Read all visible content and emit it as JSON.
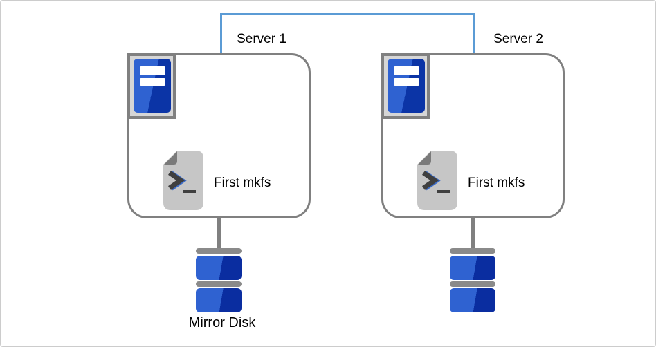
{
  "servers": [
    {
      "label": "Server 1",
      "script_label": "First mkfs"
    },
    {
      "label": "Server 2",
      "script_label": "First mkfs"
    }
  ],
  "disks": [
    {
      "label": "Mirror Disk"
    },
    {
      "label": ""
    }
  ],
  "icons": {
    "server": "server-tower-icon",
    "script": "shell-script-icon",
    "disk": "disk-stack-icon"
  },
  "colors": {
    "link_blue": "#5b9bd5",
    "outline_gray": "#808080",
    "tower_blue_light": "#2f62d1",
    "tower_blue_dark": "#0b34a6",
    "disk_blue_light": "#2f62d1",
    "disk_blue_dark": "#0a2da0",
    "disk_bar_gray": "#8a8a8a",
    "script_body_gray": "#c6c6c6",
    "script_fold_gray": "#7a7a7a",
    "glyph_dark": "#3f3f3f",
    "glyph_blue": "#3b6cc9",
    "page_border": "#cccccc"
  }
}
